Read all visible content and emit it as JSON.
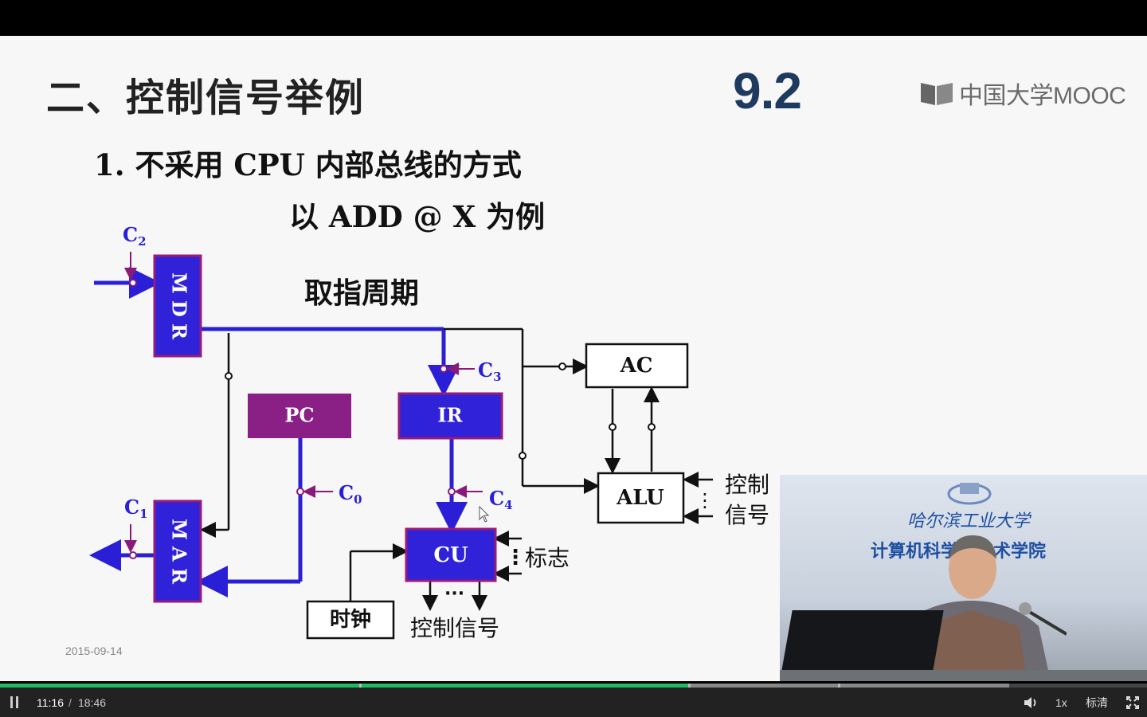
{
  "slide": {
    "title": "二、控制信号举例",
    "section_number": "9.2",
    "logo_text": "中国大学MOOC",
    "subtitle_line1": "1. 不采用 CPU 内部总线的方式",
    "subtitle_line2": "以 ADD @ X   为例",
    "date": "2015-09-14"
  },
  "diagram": {
    "fetch_label": "取指周期",
    "blocks": {
      "mdr": "M D R",
      "mar": "M A R",
      "pc": "PC",
      "ir": "IR",
      "cu": "CU",
      "ac": "AC",
      "alu": "ALU",
      "clock": "时钟"
    },
    "signals": {
      "c0": "C",
      "c0_sub": "0",
      "c1": "C",
      "c1_sub": "1",
      "c2": "C",
      "c2_sub": "2",
      "c3": "C",
      "c3_sub": "3",
      "c4": "C",
      "c4_sub": "4"
    },
    "labels": {
      "flags": "标志",
      "control_signals_bottom": "控制信号",
      "control_line1": "控制",
      "control_line2": "信号",
      "dots_h": "···",
      "dots_v": "⋮"
    },
    "colors": {
      "bus_blue": "#2a1fd6",
      "register_blue": "#3022d8",
      "pc_purple": "#8a1f86",
      "signal_purple": "#8a1a7a"
    }
  },
  "video_pip": {
    "school_text": "哈尔滨工业大学",
    "college_text": "计算机科学与技术学院"
  },
  "player": {
    "current_time": "11:16",
    "separator": "/",
    "total_time": "18:46",
    "progress_played": 0.6,
    "progress_buffered": 0.88,
    "speed": "1x",
    "quality": "标清",
    "icons": {
      "pause": "pause-icon",
      "volume": "volume-icon",
      "fullscreen": "fullscreen-icon"
    }
  }
}
